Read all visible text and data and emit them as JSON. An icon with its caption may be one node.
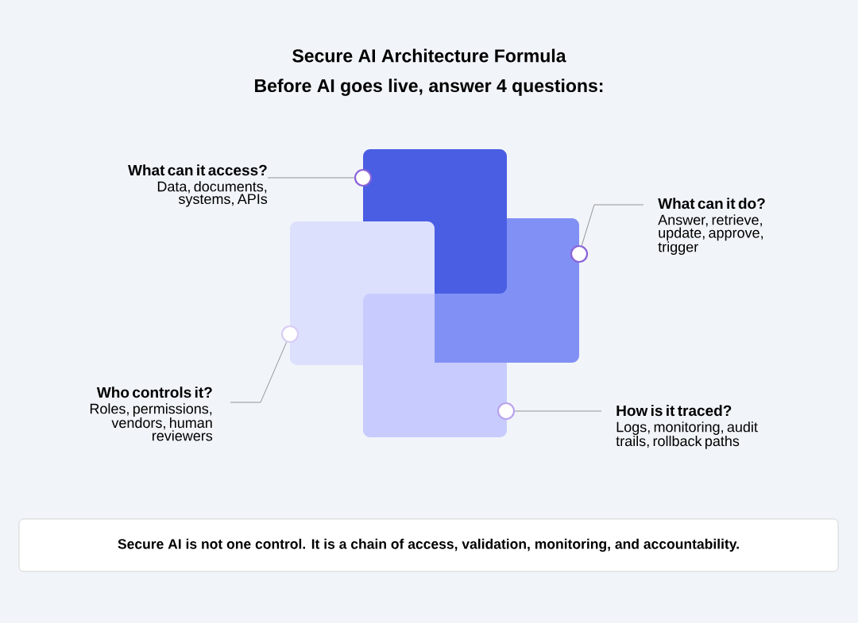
{
  "diagram": {
    "title": "Secure AI Architecture Formula",
    "nodes": [
      {
        "text": [
          "What can it access?",
          "Data, documents, systems, APIs"
        ]
      },
      {
        "text": [],
        "shape": "circle"
      },
      {
        "text": [
          "What can it do?",
          "Answer, retrieve, update, approve, trigger"
        ]
      },
      {
        "text": [],
        "shape": "circle"
      },
      {
        "text": [],
        "shape": "circle"
      },
      {
        "text": [
          "Who controls it?",
          "Roles, permissions, vendors, human reviewers"
        ]
      },
      {
        "text": [],
        "shape": "circle"
      },
      {
        "text": [
          "How is it traced?",
          "Logs, monitoring, audit trails, rollback paths"
        ]
      },
      {
        "text": [
          "Secure AI is not one control. It is a chain of access, validation, monitoring, and accountability."
        ]
      }
    ],
    "edges": [
      {
        "from": 0,
        "to": 1,
        "arrow": "none"
      },
      {
        "from": 2,
        "to": 3,
        "arrow": "none"
      },
      {
        "from": 5,
        "to": 4,
        "arrow": "none"
      },
      {
        "from": 7,
        "to": 6,
        "arrow": "none"
      }
    ],
    "labels": [
      "Before AI goes live, answer 4 questions:"
    ]
  }
}
